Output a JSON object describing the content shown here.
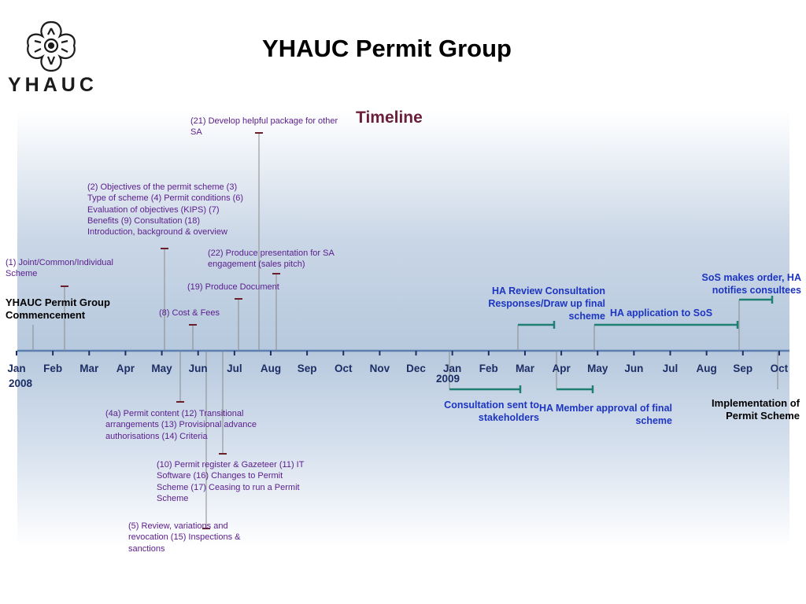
{
  "header": {
    "logo_text": "YHAUC",
    "title": "YHAUC Permit Group",
    "subtitle": "Timeline"
  },
  "axis": {
    "months": [
      "Jan",
      "Feb",
      "Mar",
      "Apr",
      "May",
      "Jun",
      "Jul",
      "Aug",
      "Sep",
      "Oct",
      "Nov",
      "Dec",
      "Jan",
      "Feb",
      "Mar",
      "Apr",
      "May",
      "Jun",
      "Jul",
      "Aug",
      "Sep",
      "Oct"
    ],
    "year_2008": "2008",
    "year_2009": "2009"
  },
  "notes": {
    "n21": "(21) Develop helpful package for other SA",
    "n2": "(2) Objectives of the permit scheme (3) Type of scheme (4) Permit conditions (6) Evaluation of objectives (KIPS) (7) Benefits (9) Consultation (18) Introduction, background & overview",
    "n22": "(22) Produce presentation for SA engagement (sales pitch)",
    "n1": "(1) Joint/Common/Individual Scheme",
    "n19": "(19) Produce Document",
    "n8": "(8) Cost & Fees",
    "n4a": "(4a) Permit content (12) Transitional arrangements (13) Provisional advance authorisations (14) Criteria",
    "n10": "(10) Permit register & Gazeteer (11) IT Software (16) Changes to Permit Scheme (17) Ceasing to run a Permit Scheme",
    "n5": "(5) Review, variations and revocation (15) Inspections & sanctions"
  },
  "milestones": {
    "commencement": "YHAUC Permit Group Commencement",
    "ha_review": "HA Review Consultation Responses/Draw up final scheme",
    "ha_application": "HA application to SoS",
    "sos_order": "SoS makes order, HA notifies consultees",
    "consultation_sent": "Consultation sent to stakeholders",
    "ha_member": "HA Member approval of final scheme",
    "implementation": "Implementation of Permit Scheme"
  },
  "colors": {
    "axis": "#5b7fae",
    "tick": "#1c2e64",
    "note": "#5a1d8c",
    "milestone_blue": "#1d35c0",
    "bar_teal": "#1f7f73",
    "marker": "#6b1f2a",
    "subtitle": "#6b1f3a"
  }
}
